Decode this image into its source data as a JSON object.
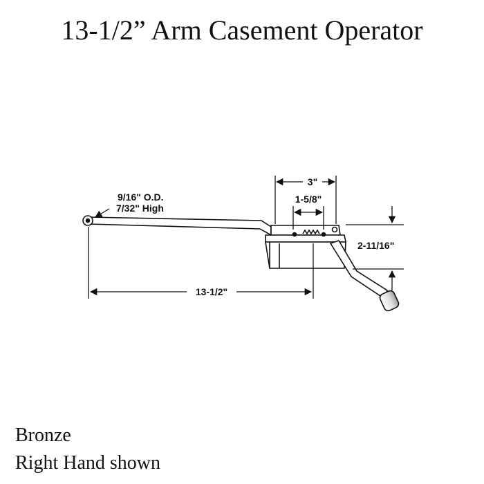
{
  "title": "13-1/2” Arm Casement Operator",
  "footer": {
    "finish": "Bronze",
    "orientation": "Right Hand shown"
  },
  "dimensions": {
    "arm_od": "9/16\" O.D.",
    "arm_height": "7/32\" High",
    "overall_width": "3\"",
    "hole_spacing": "1-5/8\"",
    "height": "2-11/16\"",
    "arm_length": "13-1/2\""
  },
  "colors": {
    "line": "#111111",
    "background": "#ffffff"
  }
}
